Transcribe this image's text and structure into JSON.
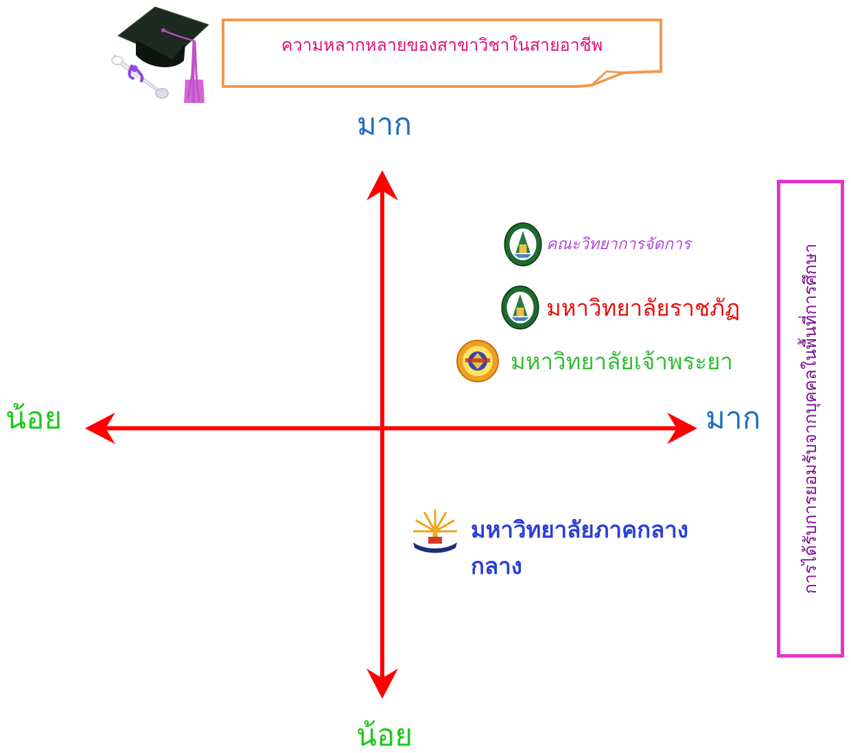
{
  "callout": {
    "text": "ความหลากหลายของสาขาวิชาในสายอาชีพ"
  },
  "axes": {
    "top": "มาก",
    "bottom": "น้อย",
    "left": "น้อย",
    "right": "มาก"
  },
  "side_box": {
    "text": "การได้รับการยอมรับจากบุคคลในพื้นที่การศึกษา"
  },
  "entries": [
    {
      "name": "คณะวิทยาการจัดการ",
      "logo": "rajabhat-seal-icon"
    },
    {
      "name": "มหาวิทยาลัยราชภัฏ",
      "logo": "rajabhat-seal-icon"
    },
    {
      "name": "มหาวิทยาลัยเจ้าพระยา",
      "logo": "chaopraya-seal-icon"
    },
    {
      "name_line1": "มหาวิทยาลัยภาคกลาง",
      "name_line2": "กลาง",
      "logo": "central-university-seal-icon"
    }
  ],
  "colors": {
    "axis": "#ff0000",
    "callout_border": "#f4974a",
    "callout_text": "#e0107a",
    "more_label": "#1f6fc0",
    "less_label": "#1ec81e",
    "side_box_border": "#e832c9",
    "side_box_text": "#7a1590"
  }
}
